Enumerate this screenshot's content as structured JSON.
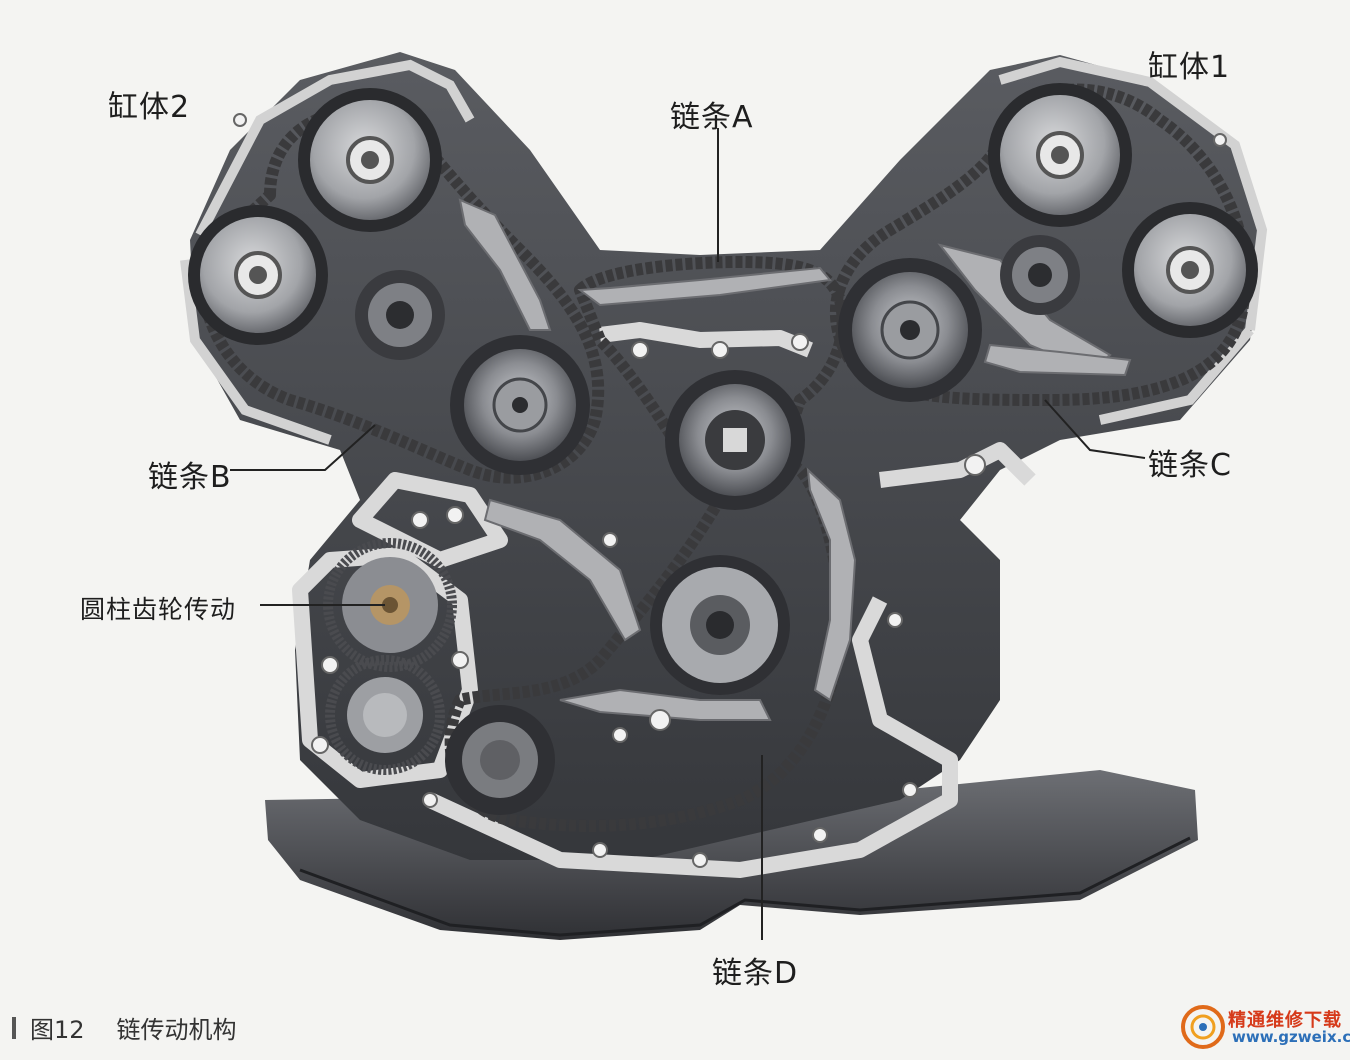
{
  "labels": {
    "bank2": "缸体2",
    "bank1": "缸体1",
    "chain_a": "链条A",
    "chain_b": "链条B",
    "chain_c": "链条C",
    "chain_d": "链条D",
    "spur_gear": "圆柱齿轮传动"
  },
  "caption": {
    "figure_no": "图12",
    "title": "链传动机构"
  },
  "watermark": {
    "name": "精通维修下载",
    "url": "www.gzweix.com"
  },
  "colors": {
    "chain": "#3a3a3c",
    "casing": "#dcdcdc",
    "dark_metal": "#4a4c50",
    "mid_metal": "#7b7d82",
    "light_metal": "#b9bbbf",
    "bronze": "#b59566"
  }
}
